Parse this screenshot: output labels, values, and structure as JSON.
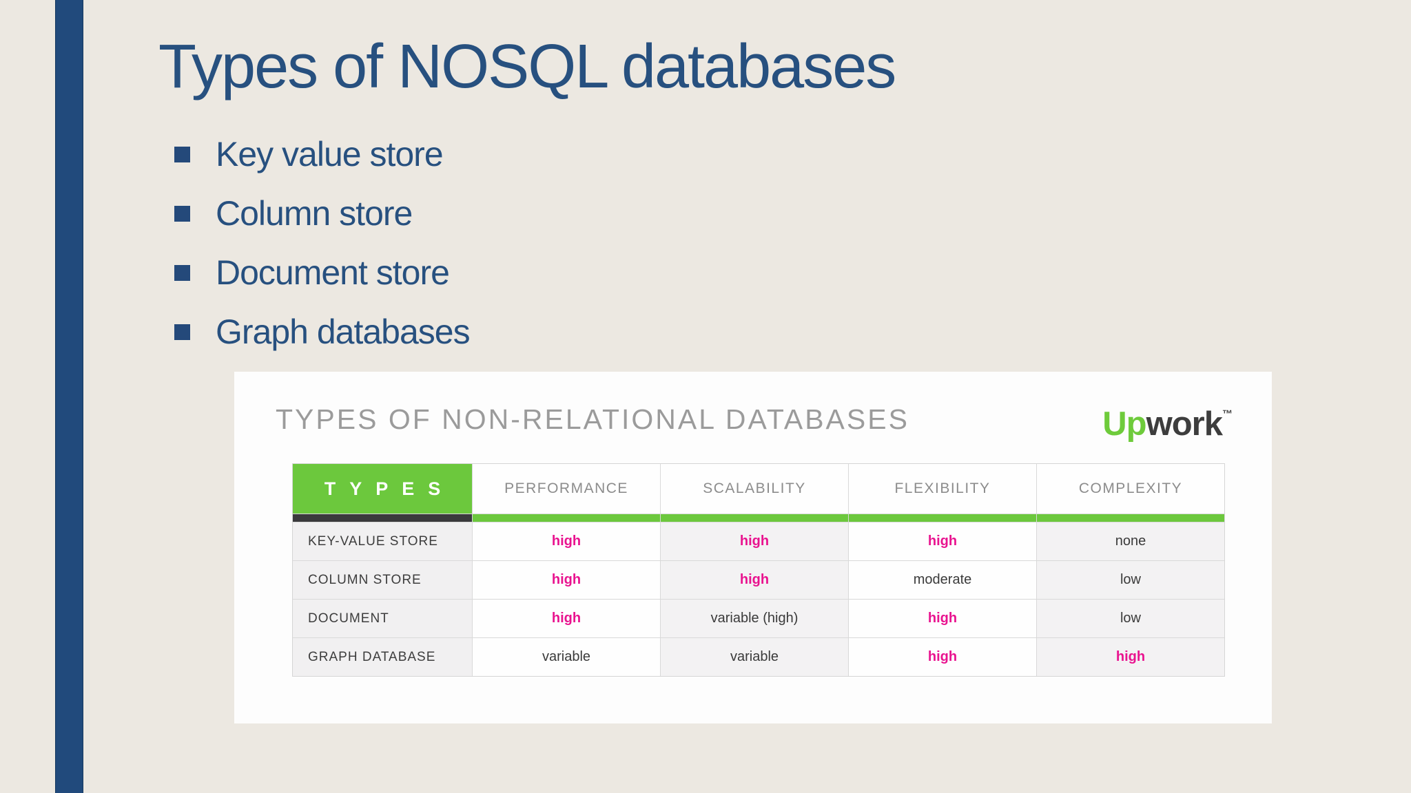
{
  "slide": {
    "title": "Types of NOSQL databases",
    "bullets": [
      {
        "label": "Key value store"
      },
      {
        "label": "Column store"
      },
      {
        "label": "Document store"
      },
      {
        "label": "Graph databases"
      }
    ]
  },
  "infographic": {
    "heading": "TYPES OF NON-RELATIONAL DATABASES",
    "logo": {
      "up": "Up",
      "work": "work",
      "tm": "™"
    },
    "table": {
      "columns": [
        "TYPES",
        "PERFORMANCE",
        "SCALABILITY",
        "FLEXIBILITY",
        "COMPLEXITY"
      ],
      "rows": [
        {
          "label": "KEY-VALUE STORE",
          "cells": [
            {
              "text": "high",
              "tone": "pink"
            },
            {
              "text": "high",
              "tone": "pink"
            },
            {
              "text": "high",
              "tone": "pink"
            },
            {
              "text": "none",
              "tone": "dark"
            }
          ]
        },
        {
          "label": "COLUMN STORE",
          "cells": [
            {
              "text": "high",
              "tone": "pink"
            },
            {
              "text": "high",
              "tone": "pink"
            },
            {
              "text": "moderate",
              "tone": "dark"
            },
            {
              "text": "low",
              "tone": "dark"
            }
          ]
        },
        {
          "label": "DOCUMENT",
          "cells": [
            {
              "text": "high",
              "tone": "pink"
            },
            {
              "text": "variable (high)",
              "tone": "dark"
            },
            {
              "text": "high",
              "tone": "pink"
            },
            {
              "text": "low",
              "tone": "dark"
            }
          ]
        },
        {
          "label": "GRAPH DATABASE",
          "cells": [
            {
              "text": "variable",
              "tone": "dark"
            },
            {
              "text": "variable",
              "tone": "dark"
            },
            {
              "text": "high",
              "tone": "pink"
            },
            {
              "text": "high",
              "tone": "pink"
            }
          ]
        }
      ]
    }
  },
  "colors": {
    "slide_background": "#ece8e1",
    "accent_bar_navy": "#214a7c",
    "heading_blue": "#27507f",
    "table_green": "#6cc83d",
    "logo_green": "#6ecb3b",
    "value_pink": "#e9138f",
    "types_underline_dark": "#3a3a3c",
    "muted_gray_text": "#9b9b9b"
  }
}
